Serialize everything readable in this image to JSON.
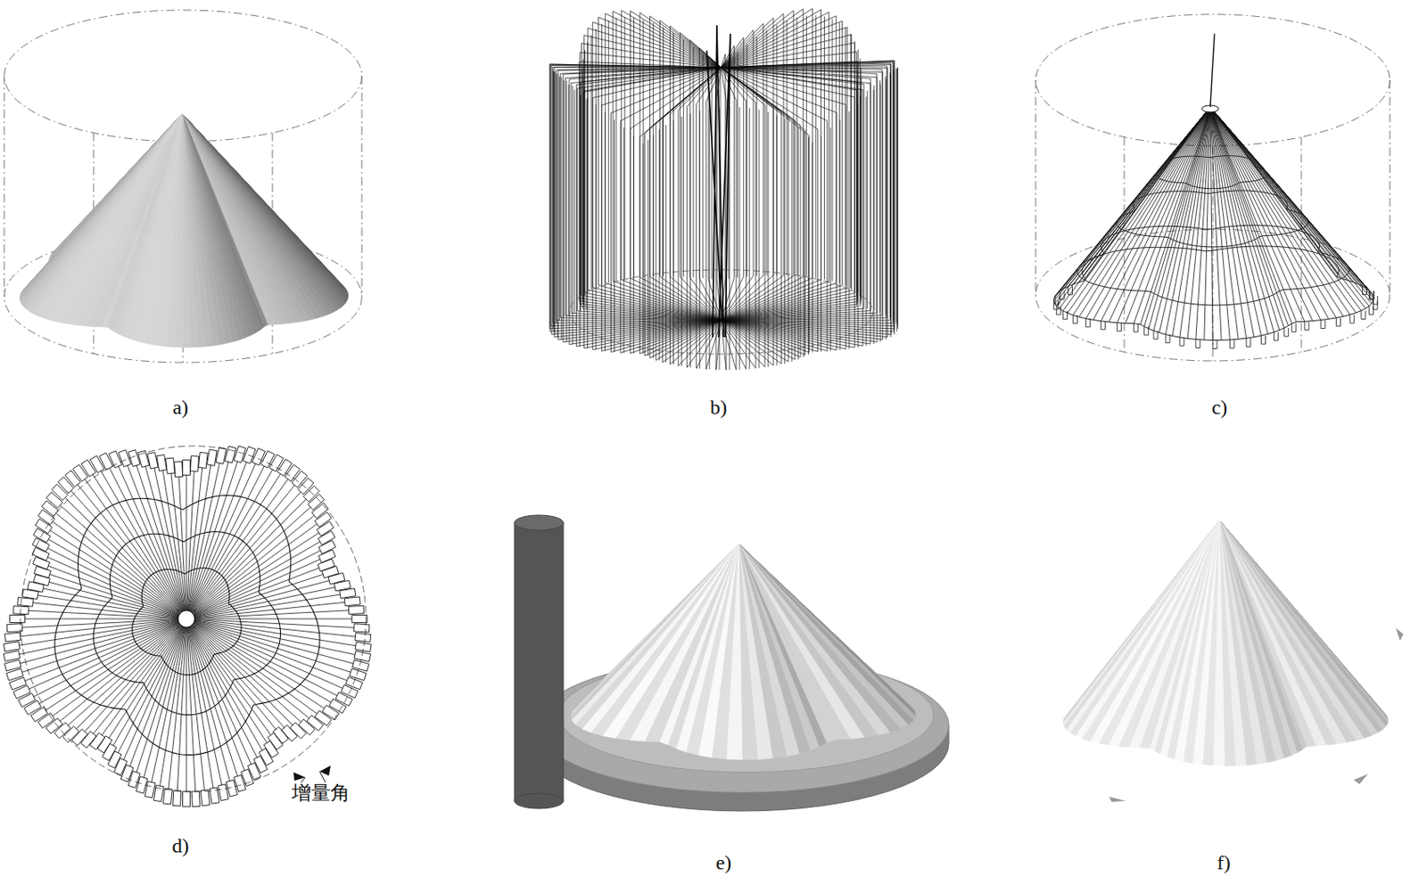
{
  "diagram": {
    "labels": [
      "a)",
      "b)",
      "c)",
      "d)",
      "e)",
      "f)",
      "增量角"
    ]
  }
}
